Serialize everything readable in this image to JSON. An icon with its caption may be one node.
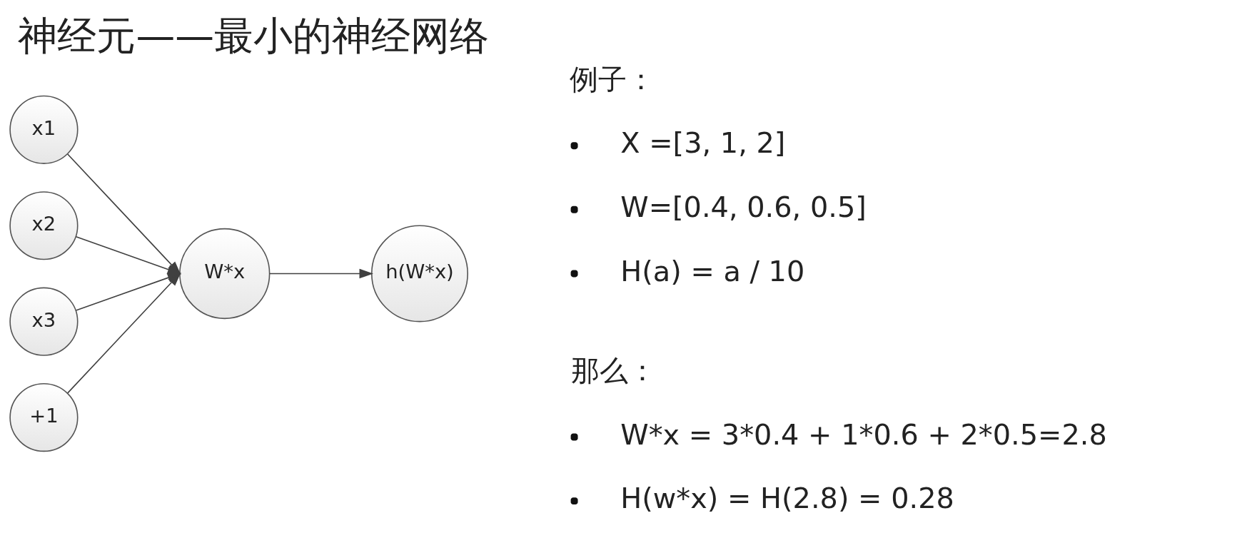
{
  "diagram": {
    "title": "神经元——最小的神经网络",
    "nodes": [
      {
        "text": [
          "x1"
        ]
      },
      {
        "text": [
          "x2"
        ]
      },
      {
        "text": [
          "x3"
        ]
      },
      {
        "text": [
          "+1"
        ]
      },
      {
        "text": [
          "W*x"
        ]
      },
      {
        "text": [
          "h(W*x)"
        ]
      }
    ],
    "edges": [
      {
        "from": 0,
        "to": 4,
        "arrow": "to"
      },
      {
        "from": 1,
        "to": 4,
        "arrow": "to"
      },
      {
        "from": 2,
        "to": 4,
        "arrow": "to"
      },
      {
        "from": 3,
        "to": 4,
        "arrow": "to"
      },
      {
        "from": 4,
        "to": 5,
        "arrow": "to"
      }
    ],
    "labels": [
      "例子：",
      "X =[3, 1, 2]",
      "W=[0.4, 0.6, 0.5]",
      "H(a) = a / 10",
      "那么：",
      "W*x = 3*0.4 + 1*0.6 + 2*0.5=2.8",
      "H(w*x) = H(2.8) = 0.28"
    ]
  }
}
